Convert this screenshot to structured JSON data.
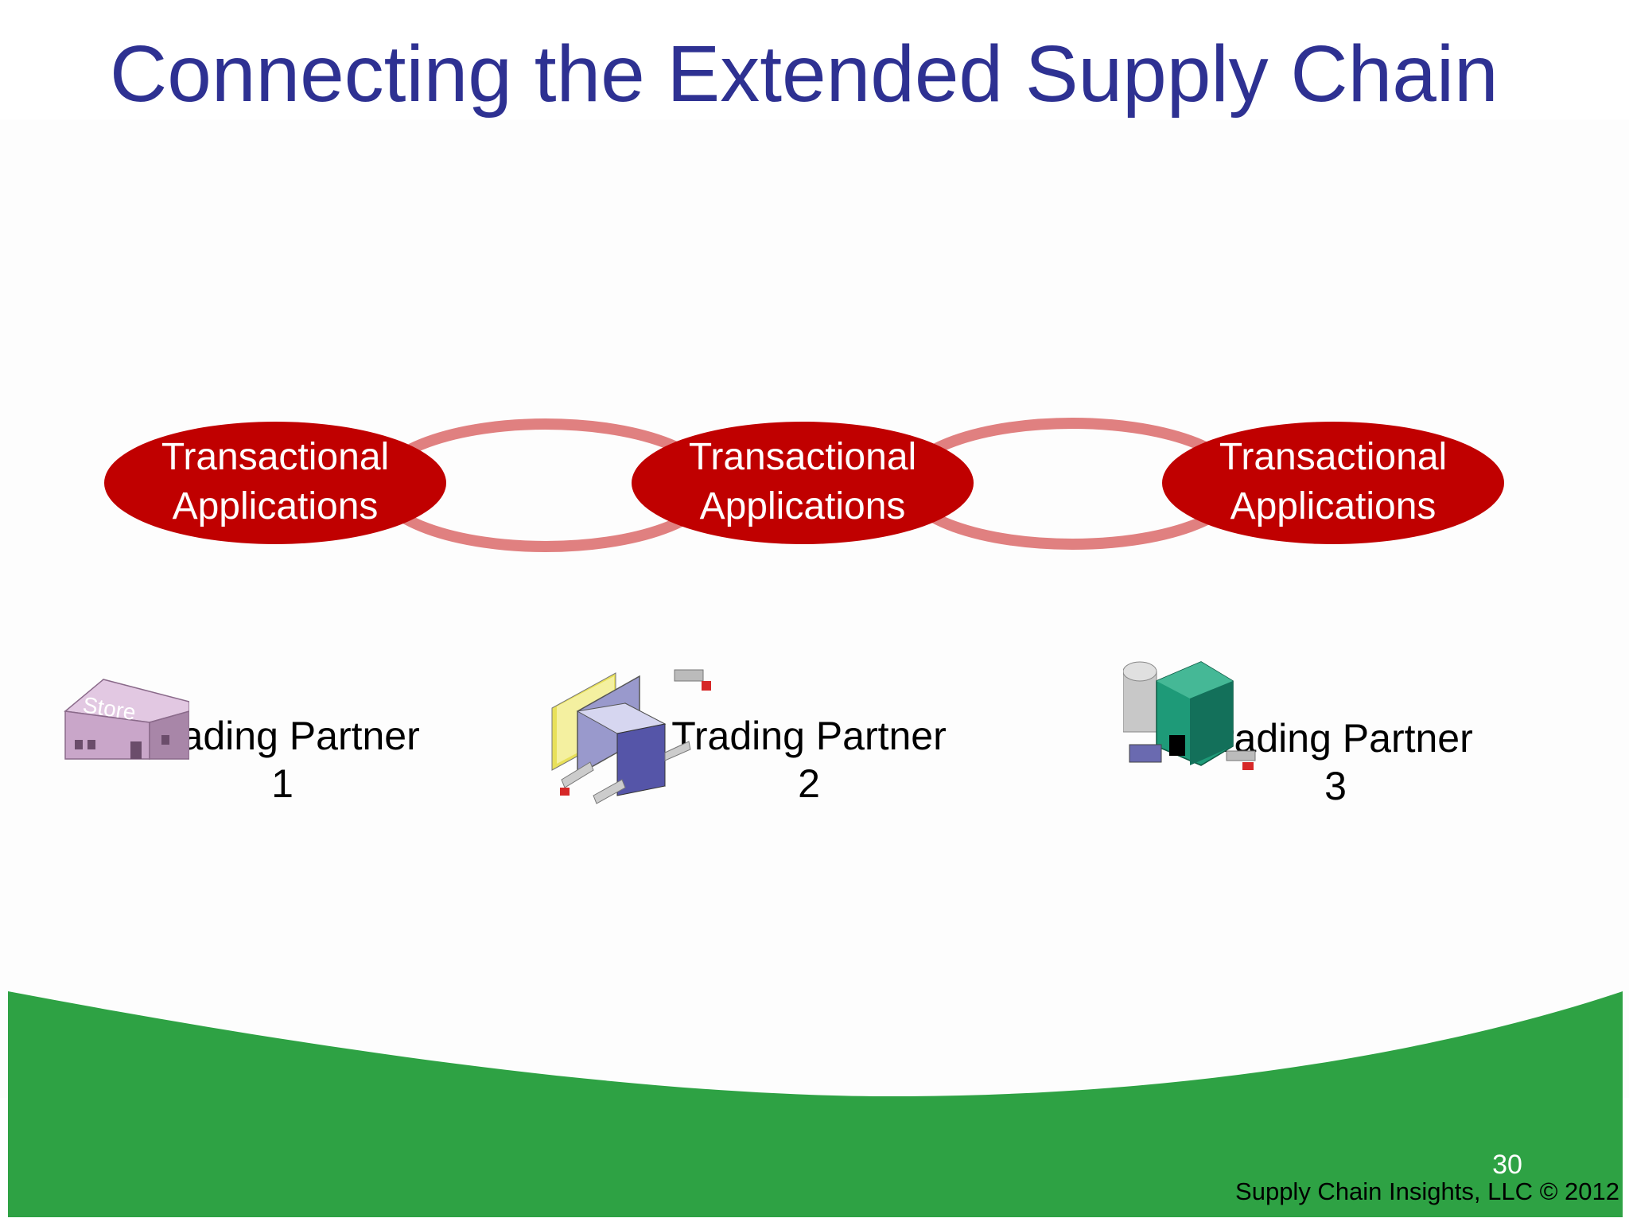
{
  "slide": {
    "title": "Connecting the Extended Supply Chain",
    "page_number": "30",
    "copyright": "Supply Chain Insights, LLC © 2012"
  },
  "colors": {
    "title": "#2e3192",
    "app_fill": "#c00000",
    "link_ring": "#e08080",
    "footer_green": "#2ea244",
    "store_icon": "#c9a6c9",
    "distribution_icon": "#9999cc",
    "factory_icon": "#1e9a78"
  },
  "nodes": [
    {
      "app_label_line1": "Transactional",
      "app_label_line2": "Applications",
      "partner_label_line1": "Trading Partner",
      "partner_label_line2": "1",
      "icon": "store-building-icon",
      "icon_text": "Store"
    },
    {
      "app_label_line1": "Transactional",
      "app_label_line2": "Applications",
      "partner_label_line1": "Trading Partner",
      "partner_label_line2": "2",
      "icon": "distribution-center-icon"
    },
    {
      "app_label_line1": "Transactional",
      "app_label_line2": "Applications",
      "partner_label_line1": "Trading Partner",
      "partner_label_line2": "3",
      "icon": "factory-icon"
    }
  ]
}
